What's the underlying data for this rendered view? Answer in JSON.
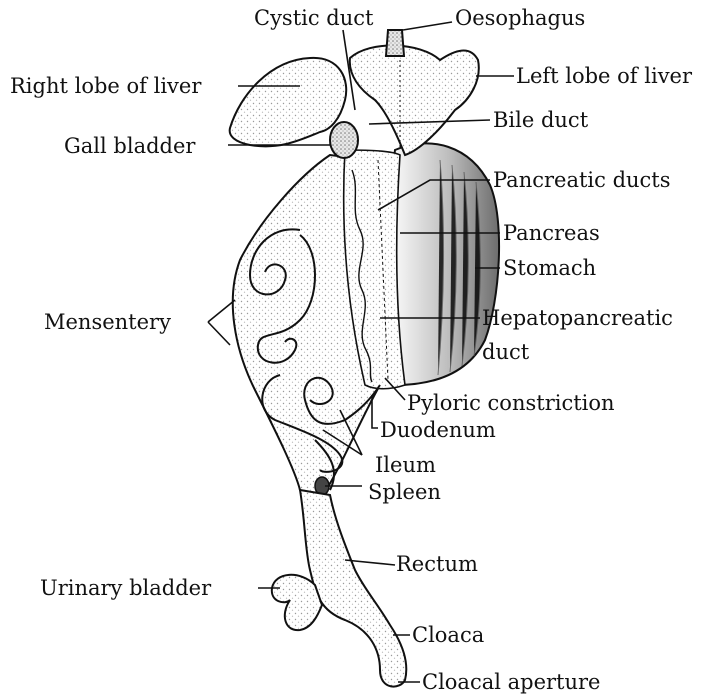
{
  "labels": {
    "cystic_duct": "Cystic duct",
    "oesophagus": "Oesophagus",
    "right_lobe_liver": "Right lobe of liver",
    "left_lobe_liver": "Left lobe of liver",
    "bile_duct": "Bile duct",
    "gall_bladder": "Gall bladder",
    "pancreatic_ducts": "Pancreatic ducts",
    "pancreas": "Pancreas",
    "stomach": "Stomach",
    "mensentery": "Mensentery",
    "hepatopancreatic_1": "Hepatopancreatic",
    "hepatopancreatic_2": "duct",
    "pyloric_constriction": "Pyloric constriction",
    "duodenum": "Duodenum",
    "ileum": "Ileum",
    "spleen": "Spleen",
    "rectum": "Rectum",
    "urinary_bladder": "Urinary bladder",
    "cloaca": "Cloaca",
    "cloacal_aperture": "Cloacal aperture"
  },
  "colors": {
    "ink": "#111111",
    "stipple": "#9a9a9a",
    "stomach_shade": "#555555",
    "paper": "#ffffff"
  }
}
